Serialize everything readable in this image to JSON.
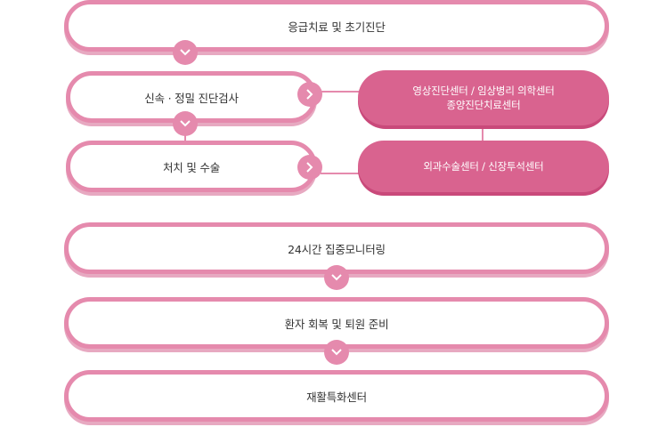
{
  "steps": {
    "emergency": "응급치료 및 초기진단",
    "diagnosis": "신속 · 정밀 진단검사",
    "treatment": "처치 및 수술",
    "monitoring": "24시간 집중모니터링",
    "recovery": "환자 회복 및 퇴원 준비",
    "rehab": "재활특화센터"
  },
  "centers": {
    "imaging_line1": "영상진단센터 / 임상병리 의학센터",
    "imaging_line2": "종양진단치료센터",
    "surgery": "외과수술센터 / 신장투석센터"
  },
  "colors": {
    "accent": "#e58aad",
    "filled": "#d9638f"
  },
  "icons": {
    "down": "chevron-down-icon",
    "right": "chevron-right-icon"
  }
}
